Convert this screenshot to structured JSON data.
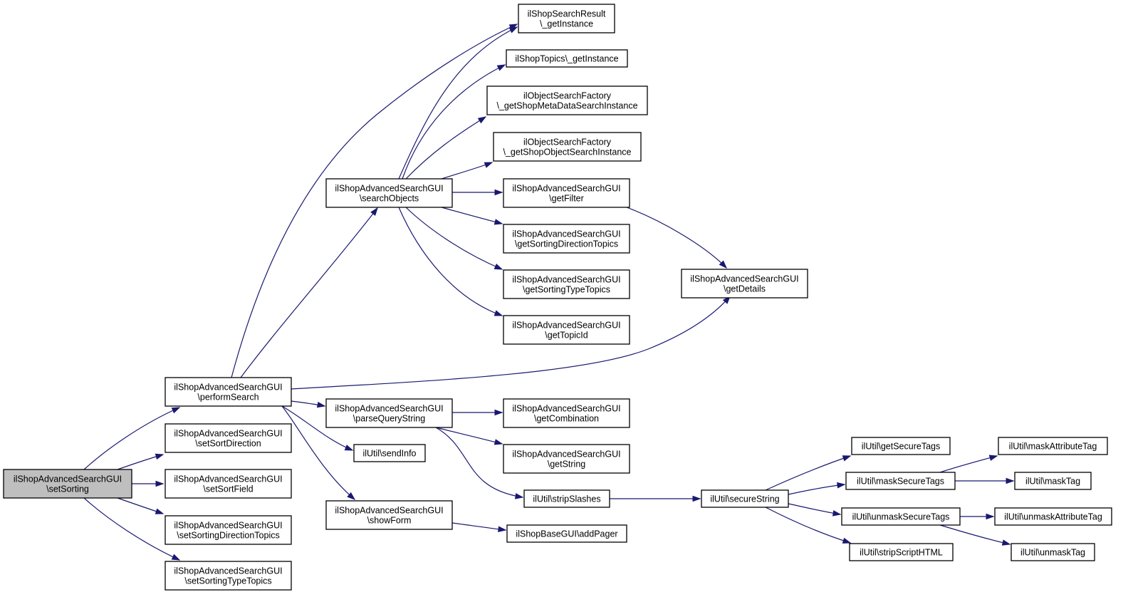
{
  "diagram": {
    "nodes": [
      {
        "id": "setSorting",
        "lines": [
          "ilShopAdvancedSearchGUI",
          "\\setSorting"
        ],
        "highlighted": true
      },
      {
        "id": "performSearch",
        "lines": [
          "ilShopAdvancedSearchGUI",
          "\\performSearch"
        ]
      },
      {
        "id": "setSortDirection",
        "lines": [
          "ilShopAdvancedSearchGUI",
          "\\setSortDirection"
        ]
      },
      {
        "id": "setSortField",
        "lines": [
          "ilShopAdvancedSearchGUI",
          "\\setSortField"
        ]
      },
      {
        "id": "setSortingDirectionTopics",
        "lines": [
          "ilShopAdvancedSearchGUI",
          "\\setSortingDirectionTopics"
        ]
      },
      {
        "id": "setSortingTypeTopics",
        "lines": [
          "ilShopAdvancedSearchGUI",
          "\\setSortingTypeTopics"
        ]
      },
      {
        "id": "searchObjects",
        "lines": [
          "ilShopAdvancedSearchGUI",
          "\\searchObjects"
        ]
      },
      {
        "id": "parseQueryString",
        "lines": [
          "ilShopAdvancedSearchGUI",
          "\\parseQueryString"
        ]
      },
      {
        "id": "sendInfo",
        "lines": [
          "ilUtil\\sendInfo"
        ]
      },
      {
        "id": "showForm",
        "lines": [
          "ilShopAdvancedSearchGUI",
          "\\showForm"
        ]
      },
      {
        "id": "searchResultInstance",
        "lines": [
          "ilShopSearchResult",
          "\\_getInstance"
        ]
      },
      {
        "id": "topicsInstance",
        "lines": [
          "ilShopTopics\\_getInstance"
        ]
      },
      {
        "id": "metaDataSearch",
        "lines": [
          "ilObjectSearchFactory",
          "\\_getShopMetaDataSearchInstance"
        ]
      },
      {
        "id": "objectSearch",
        "lines": [
          "ilObjectSearchFactory",
          "\\_getShopObjectSearchInstance"
        ]
      },
      {
        "id": "getFilter",
        "lines": [
          "ilShopAdvancedSearchGUI",
          "\\getFilter"
        ]
      },
      {
        "id": "getSortingDirectionTopics",
        "lines": [
          "ilShopAdvancedSearchGUI",
          "\\getSortingDirectionTopics"
        ]
      },
      {
        "id": "getSortingTypeTopics",
        "lines": [
          "ilShopAdvancedSearchGUI",
          "\\getSortingTypeTopics"
        ]
      },
      {
        "id": "getTopicId",
        "lines": [
          "ilShopAdvancedSearchGUI",
          "\\getTopicId"
        ]
      },
      {
        "id": "getCombination",
        "lines": [
          "ilShopAdvancedSearchGUI",
          "\\getCombination"
        ]
      },
      {
        "id": "getString",
        "lines": [
          "ilShopAdvancedSearchGUI",
          "\\getString"
        ]
      },
      {
        "id": "stripSlashes",
        "lines": [
          "ilUtil\\stripSlashes"
        ]
      },
      {
        "id": "addPager",
        "lines": [
          "ilShopBaseGUI\\addPager"
        ]
      },
      {
        "id": "getDetails",
        "lines": [
          "ilShopAdvancedSearchGUI",
          "\\getDetails"
        ]
      },
      {
        "id": "secureString",
        "lines": [
          "ilUtil\\secureString"
        ]
      },
      {
        "id": "getSecureTags",
        "lines": [
          "ilUtil\\getSecureTags"
        ]
      },
      {
        "id": "maskSecureTags",
        "lines": [
          "ilUtil\\maskSecureTags"
        ]
      },
      {
        "id": "unmaskSecureTags",
        "lines": [
          "ilUtil\\unmaskSecureTags"
        ]
      },
      {
        "id": "stripScriptHTML",
        "lines": [
          "ilUtil\\stripScriptHTML"
        ]
      },
      {
        "id": "maskAttributeTag",
        "lines": [
          "ilUtil\\maskAttributeTag"
        ]
      },
      {
        "id": "maskTag",
        "lines": [
          "ilUtil\\maskTag"
        ]
      },
      {
        "id": "unmaskAttributeTag",
        "lines": [
          "ilUtil\\unmaskAttributeTag"
        ]
      },
      {
        "id": "unmaskTag",
        "lines": [
          "ilUtil\\unmaskTag"
        ]
      }
    ],
    "edges": [
      [
        "setSorting",
        "performSearch"
      ],
      [
        "setSorting",
        "setSortDirection"
      ],
      [
        "setSorting",
        "setSortField"
      ],
      [
        "setSorting",
        "setSortingDirectionTopics"
      ],
      [
        "setSorting",
        "setSortingTypeTopics"
      ],
      [
        "performSearch",
        "searchResultInstance"
      ],
      [
        "performSearch",
        "searchObjects"
      ],
      [
        "performSearch",
        "getDetails"
      ],
      [
        "performSearch",
        "parseQueryString"
      ],
      [
        "performSearch",
        "sendInfo"
      ],
      [
        "performSearch",
        "showForm"
      ],
      [
        "searchObjects",
        "searchResultInstance"
      ],
      [
        "searchObjects",
        "topicsInstance"
      ],
      [
        "searchObjects",
        "metaDataSearch"
      ],
      [
        "searchObjects",
        "objectSearch"
      ],
      [
        "searchObjects",
        "getFilter"
      ],
      [
        "searchObjects",
        "getSortingDirectionTopics"
      ],
      [
        "searchObjects",
        "getSortingTypeTopics"
      ],
      [
        "searchObjects",
        "getTopicId"
      ],
      [
        "getFilter",
        "getDetails"
      ],
      [
        "parseQueryString",
        "getCombination"
      ],
      [
        "parseQueryString",
        "getString"
      ],
      [
        "parseQueryString",
        "stripSlashes"
      ],
      [
        "showForm",
        "addPager"
      ],
      [
        "stripSlashes",
        "secureString"
      ],
      [
        "secureString",
        "getSecureTags"
      ],
      [
        "secureString",
        "maskSecureTags"
      ],
      [
        "secureString",
        "unmaskSecureTags"
      ],
      [
        "secureString",
        "stripScriptHTML"
      ],
      [
        "maskSecureTags",
        "maskAttributeTag"
      ],
      [
        "maskSecureTags",
        "maskTag"
      ],
      [
        "unmaskSecureTags",
        "unmaskAttributeTag"
      ],
      [
        "unmaskSecureTags",
        "unmaskTag"
      ]
    ],
    "colors": {
      "edge": "#191970",
      "node_border": "#000000",
      "node_fill": "#ffffff",
      "highlight_fill": "#bfbfbf"
    }
  }
}
